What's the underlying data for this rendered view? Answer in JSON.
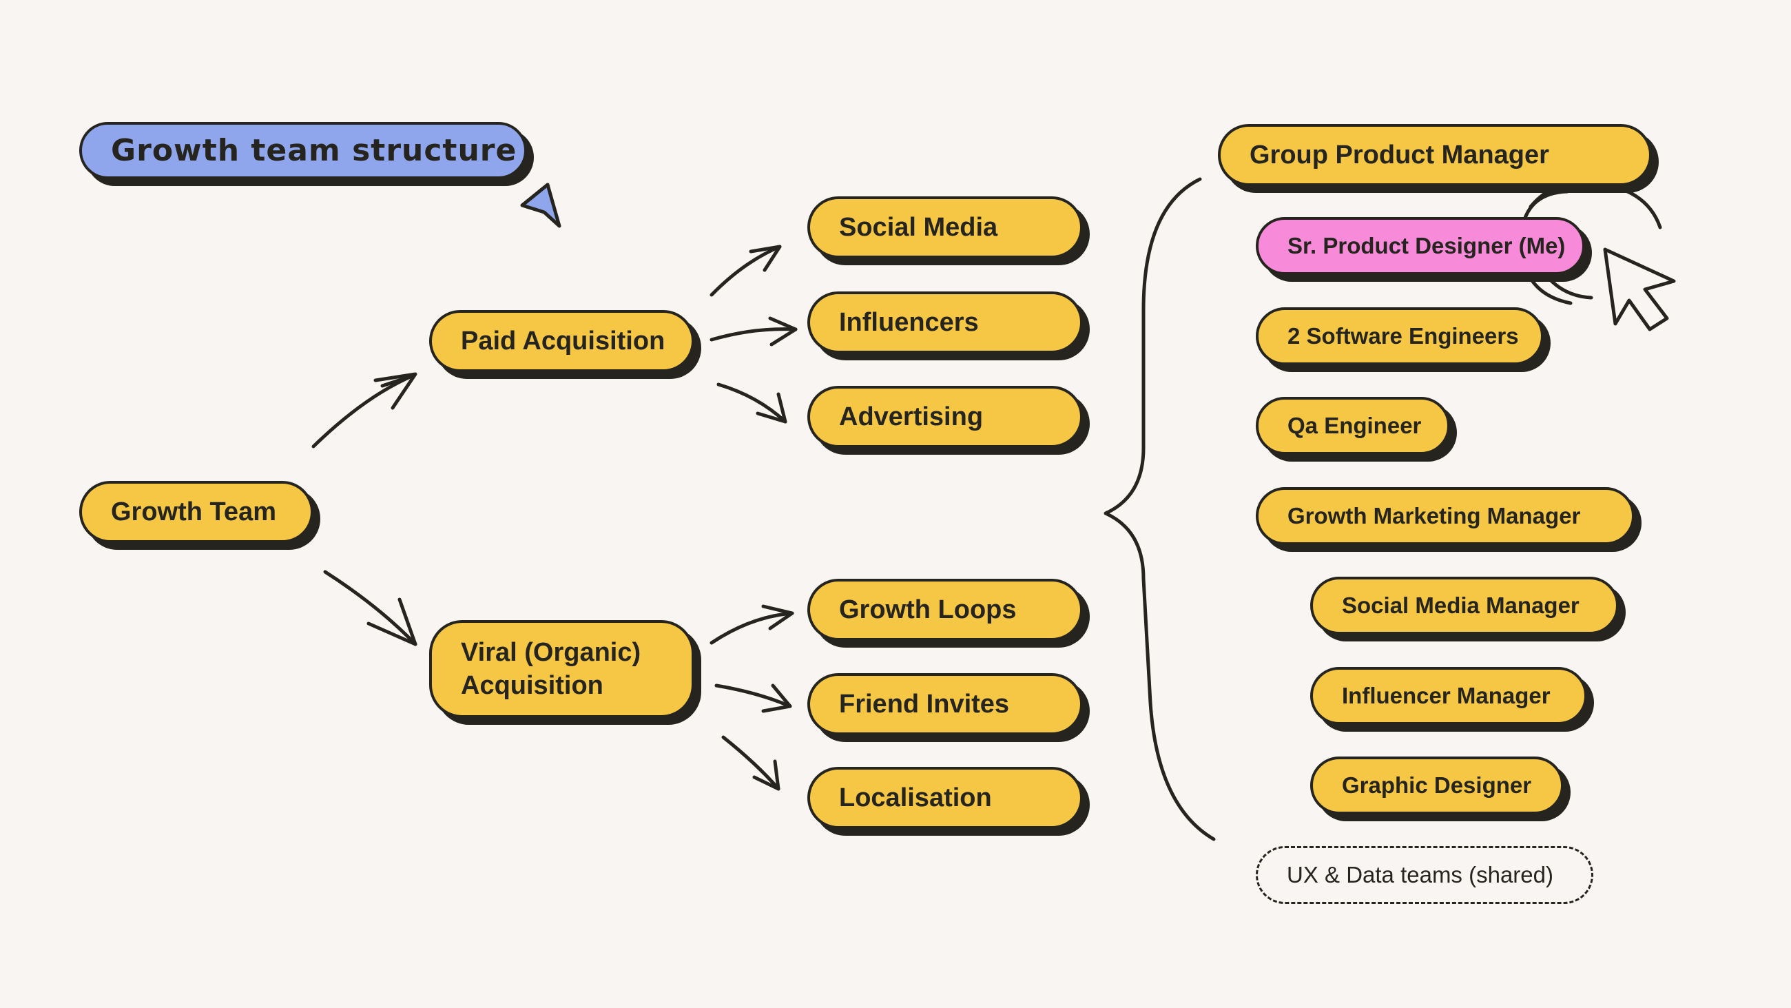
{
  "title": "Growth team structure",
  "tree": {
    "root": "Growth Team",
    "branches": [
      {
        "label": "Paid Acquisition",
        "children": [
          "Social Media",
          "Influencers",
          "Advertising"
        ]
      },
      {
        "label": "Viral (Organic) Acquisition",
        "children": [
          "Growth Loops",
          "Friend Invites",
          "Localisation"
        ]
      }
    ]
  },
  "roles": {
    "lead": "Group Product Manager",
    "highlighted": "Sr. Product Designer (Me)",
    "members": [
      "2 Software Engineers",
      "Qa Engineer",
      "Growth Marketing Manager",
      "Social Media Manager",
      "Influencer Manager",
      "Graphic Designer"
    ],
    "shared": "UX & Data teams (shared)"
  },
  "colors": {
    "node": "#f5c745",
    "title": "#8fa6ec",
    "highlight": "#f78ad9",
    "ink": "#26241f",
    "background": "#f8f5f2"
  }
}
